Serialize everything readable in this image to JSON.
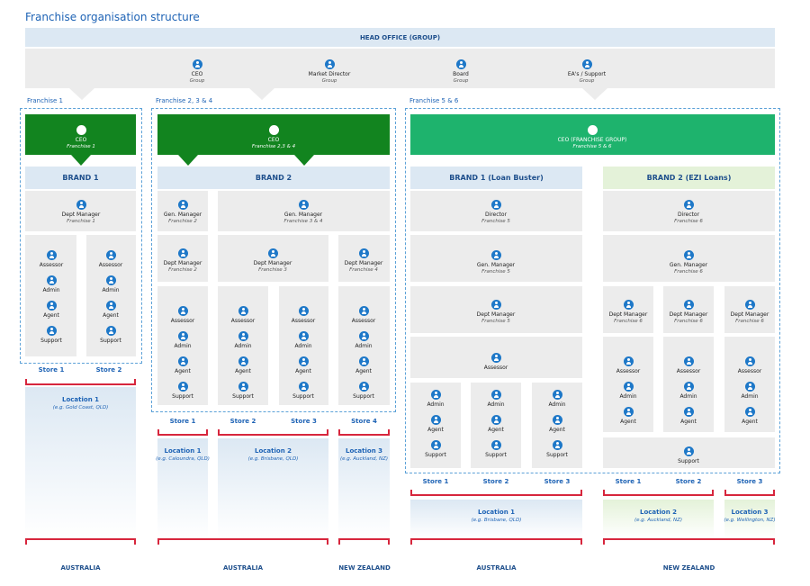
{
  "title": "Franchise organisation structure",
  "head_office": {
    "title": "HEAD OFFICE (GROUP)",
    "roles": [
      {
        "name": "CEO",
        "sub": "Group"
      },
      {
        "name": "Market Director",
        "sub": "Group"
      },
      {
        "name": "Board",
        "sub": "Group"
      },
      {
        "name": "EA's / Support",
        "sub": "Group"
      }
    ]
  },
  "franchise_labels": [
    "Franchise 1",
    "Franchise 2, 3 & 4",
    "Franchise 5 & 6"
  ],
  "f1": {
    "ceo": {
      "name": "CEO",
      "sub": "Franchise 1"
    },
    "brand": "BRAND 1",
    "dept_manager": {
      "name": "Dept Manager",
      "sub": "Franchise 1"
    },
    "staff": [
      "Assessor",
      "Admin",
      "Agent",
      "Support"
    ],
    "stores": [
      "Store 1",
      "Store 2"
    ],
    "location": {
      "title": "Location 1",
      "sub": "(e.g. Gold Coast, QLD)"
    },
    "country": "AUSTRALIA"
  },
  "f234": {
    "ceo": {
      "name": "CEO",
      "sub": "Franchise 2,3 & 4"
    },
    "brand": "BRAND 2",
    "gm_a": {
      "name": "Gen. Manager",
      "sub": "Franchise 2"
    },
    "gm_b": {
      "name": "Gen. Manager",
      "sub": "Franchise 3 & 4"
    },
    "dm_a": {
      "name": "Dept Manager",
      "sub": "Franchise 2"
    },
    "dm_b": {
      "name": "Dept Manager",
      "sub": "Franchise 3"
    },
    "dm_c": {
      "name": "Dept Manager",
      "sub": "Franchise 4"
    },
    "staff": [
      "Assessor",
      "Admin",
      "Agent",
      "Support"
    ],
    "stores": [
      "Store 1",
      "Store 2",
      "Store 3",
      "Store 4"
    ],
    "loc1": {
      "title": "Location 1",
      "sub": "(e.g. Caloundra, QLD)"
    },
    "loc2": {
      "title": "Location 2",
      "sub": "(e.g. Brisbane, QLD)"
    },
    "loc3": {
      "title": "Location 3",
      "sub": "(e.g. Auckland, NZ)"
    },
    "country_a": "AUSTRALIA",
    "country_b": "NEW ZEALAND"
  },
  "f56": {
    "ceo": {
      "name": "CEO (FRANCHISE GROUP)",
      "sub": "Franchise 5 & 6"
    },
    "brand_a": "BRAND 1 (Loan Buster)",
    "brand_b": "BRAND 2 (EZI Loans)",
    "dir_a": {
      "name": "Director",
      "sub": "Franchise 5"
    },
    "dir_b": {
      "name": "Director",
      "sub": "Franchise 6"
    },
    "gm_a": {
      "name": "Gen. Manager",
      "sub": "Franchise 5"
    },
    "gm_b": {
      "name": "Gen. Manager",
      "sub": "Franchise 6"
    },
    "dm_a": {
      "name": "Dept Manager",
      "sub": "Franchise 5"
    },
    "dm_b": {
      "name": "Dept Manager",
      "sub": "Franchise 6"
    },
    "assessor": "Assessor",
    "staff_a": [
      "Admin",
      "Agent",
      "Support"
    ],
    "staff_b": [
      "Assessor",
      "Admin",
      "Agent"
    ],
    "support": "Support",
    "stores_a": [
      "Store 1",
      "Store 2",
      "Store 3"
    ],
    "stores_b": [
      "Store 1",
      "Store 2",
      "Store 3"
    ],
    "loc_a": {
      "title": "Location 1",
      "sub": "(e.g. Brisbane, QLD)"
    },
    "loc_b2": {
      "title": "Location 2",
      "sub": "(e.g. Auckland, NZ)"
    },
    "loc_b3": {
      "title": "Location 3",
      "sub": "(e.g. Wellington, NZ)"
    },
    "country_a": "AUSTRALIA",
    "country_b": "NEW ZEALAND"
  }
}
